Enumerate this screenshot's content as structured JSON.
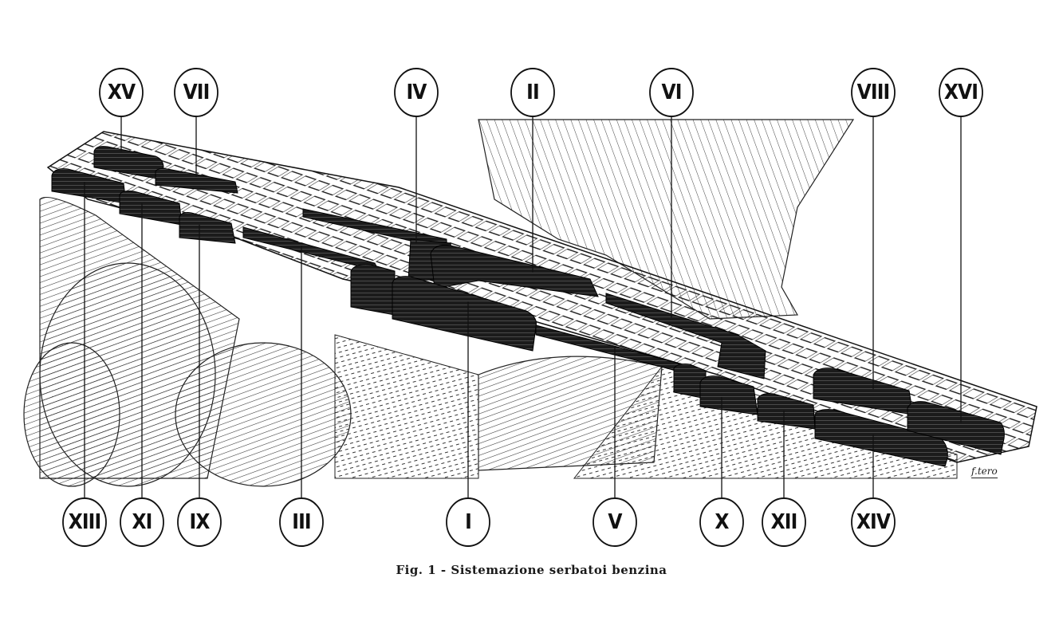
{
  "caption": "Fig. 1 - Sistemazione serbatoi benzina",
  "signature": "f.tero",
  "callouts_top": [
    "XV",
    "VII",
    "IV",
    "II",
    "VI",
    "VIII",
    "XVI"
  ],
  "callouts_bottom": [
    "XIII",
    "XI",
    "IX",
    "III",
    "I",
    "V",
    "X",
    "XII",
    "XIV"
  ],
  "colors": {
    "ink": "#111111",
    "paper": "#ffffff",
    "tank": "#1b1b1b"
  }
}
